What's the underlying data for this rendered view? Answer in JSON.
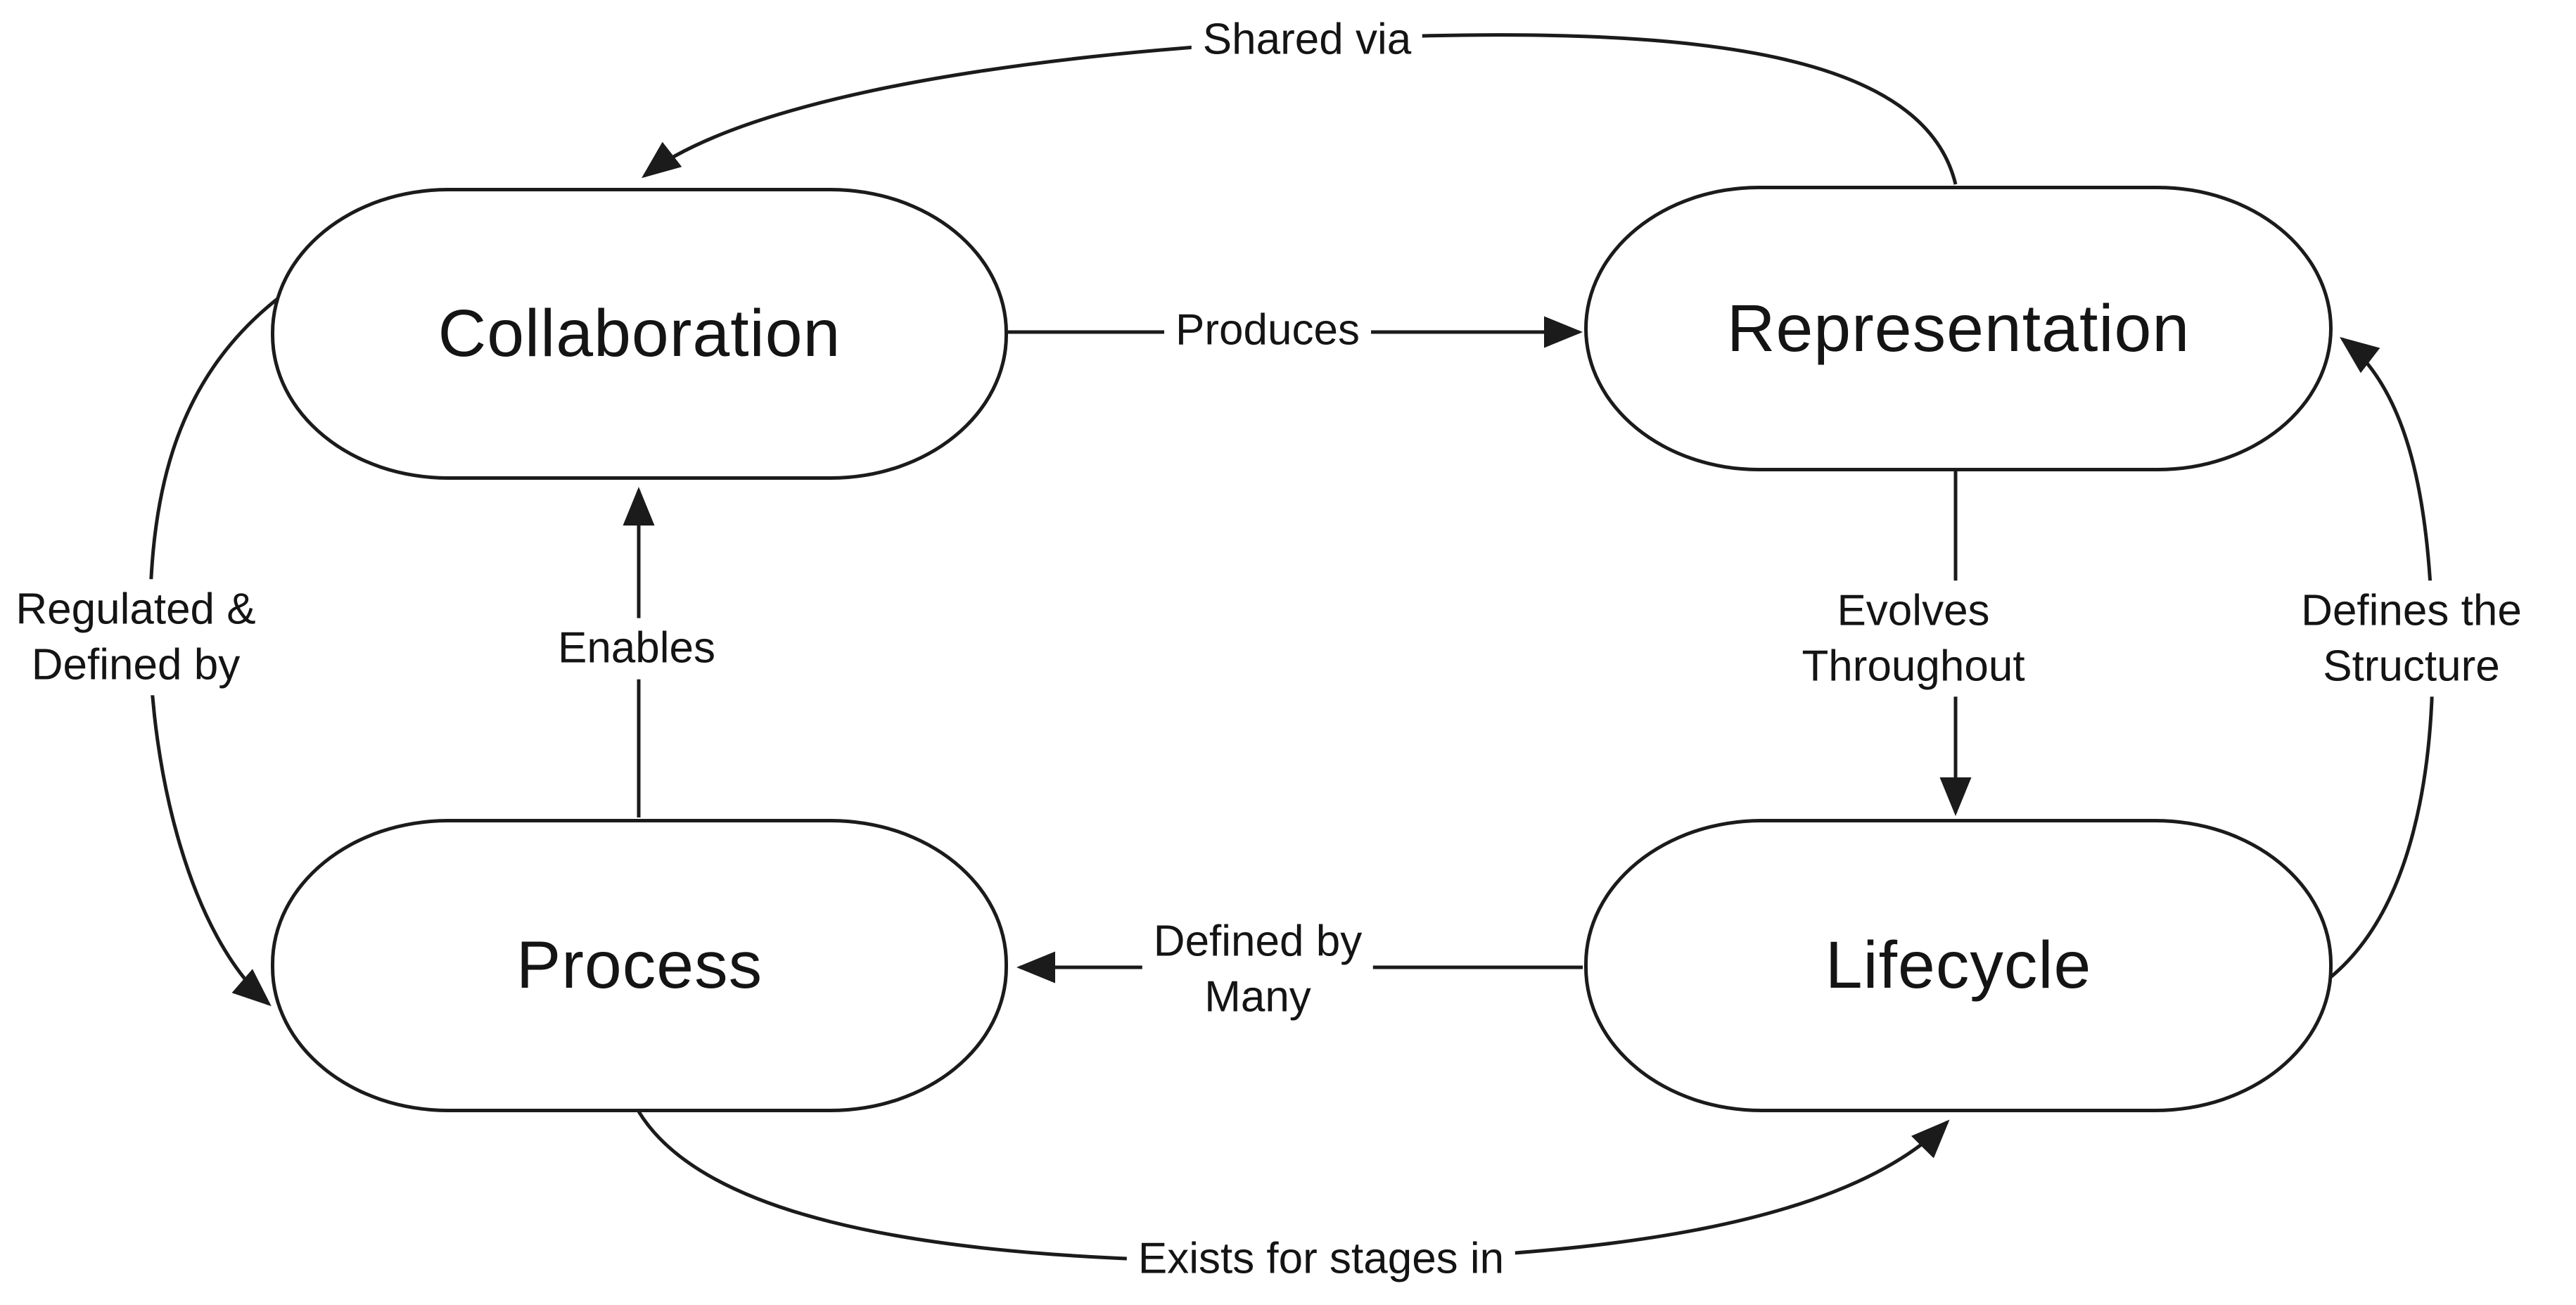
{
  "diagram": {
    "colors": {
      "background": "#ffffff",
      "line": "#1b1b1b",
      "text": "#141414"
    },
    "nodes": {
      "collaboration": {
        "label": "Collaboration"
      },
      "representation": {
        "label": "Representation"
      },
      "process": {
        "label": "Process"
      },
      "lifecycle": {
        "label": "Lifecycle"
      }
    },
    "edges": {
      "shared_via": {
        "lines": [
          "Shared via"
        ],
        "from": "Representation",
        "to": "Collaboration"
      },
      "produces": {
        "lines": [
          "Produces"
        ],
        "from": "Collaboration",
        "to": "Representation"
      },
      "regulated_defined_by": {
        "lines": [
          "Regulated &",
          "Defined by"
        ],
        "from": "Collaboration",
        "to": "Process"
      },
      "enables": {
        "lines": [
          "Enables"
        ],
        "from": "Process",
        "to": "Collaboration"
      },
      "evolves_throughout": {
        "lines": [
          "Evolves",
          "Throughout"
        ],
        "from": "Representation",
        "to": "Lifecycle"
      },
      "defines_the_structure": {
        "lines": [
          "Defines the",
          "Structure"
        ],
        "from": "Lifecycle",
        "to": "Representation"
      },
      "defined_by_many": {
        "lines": [
          "Defined by",
          "Many"
        ],
        "from": "Lifecycle",
        "to": "Process"
      },
      "exists_for_stages_in": {
        "lines": [
          "Exists for stages in"
        ],
        "from": "Process",
        "to": "Lifecycle"
      }
    }
  }
}
